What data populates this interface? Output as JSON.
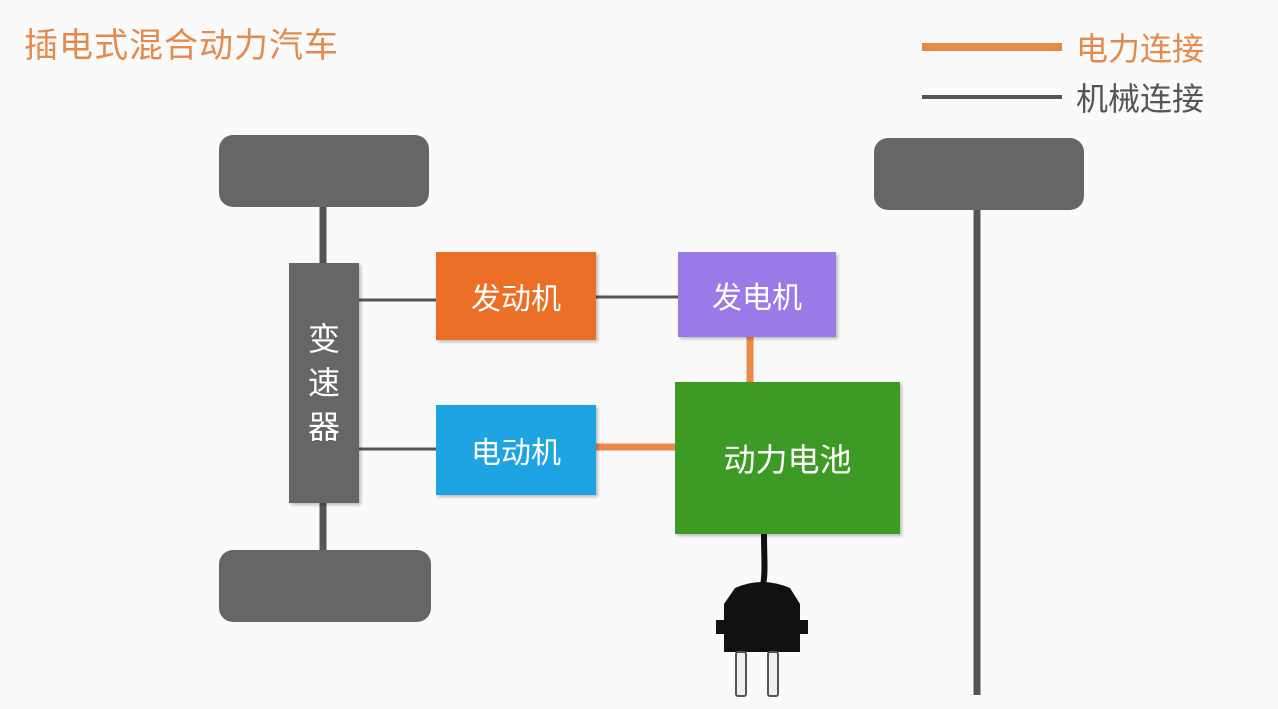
{
  "title": "插电式混合动力汽车",
  "legend": {
    "electric_label": "电力连接",
    "mechanical_label": "机械连接"
  },
  "nodes": {
    "transmission": "变速器",
    "transmission_chars": [
      "变",
      "速",
      "器"
    ],
    "engine": "发动机",
    "generator": "发电机",
    "motor": "电动机",
    "battery": "动力电池"
  },
  "colors": {
    "electric": "#ea8a47",
    "mechanical": "#555555",
    "engine": "#ec6f27",
    "generator": "#9a7ae6",
    "motor": "#1ea3e3",
    "battery": "#3c9a25",
    "wheel": "#666666",
    "title": "#e48a4c"
  },
  "icons": {
    "plug": "plug-icon"
  }
}
